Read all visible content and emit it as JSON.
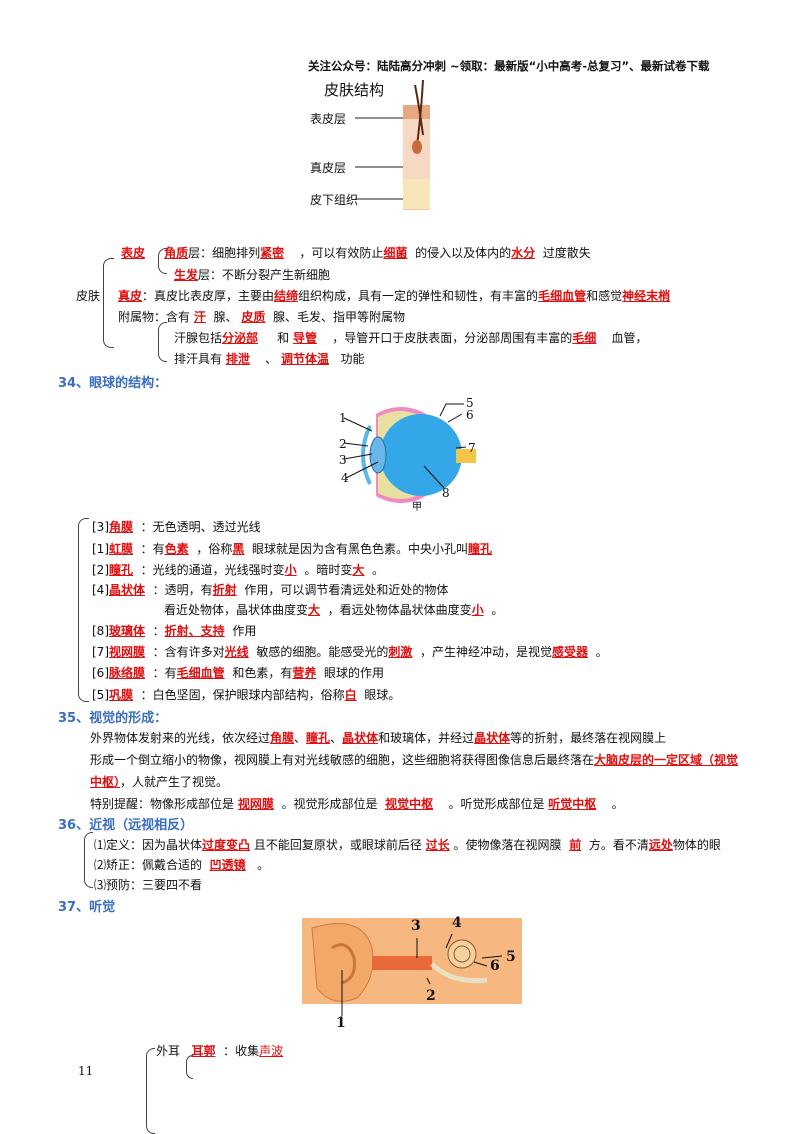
{
  "header": {
    "text": "关注公众号：陆陆高分冲刺  ~领取：最新版“小中高考-总复习”、最新试卷下载"
  },
  "skin_figure": {
    "title": "皮肤结构",
    "labels": [
      "表皮层",
      "真皮层",
      "皮下组织"
    ]
  },
  "skin": {
    "root": "皮肤",
    "l1": {
      "a_label": "表皮",
      "b": "角质",
      "c": "层：细胞排列",
      "d": "紧密",
      "e": "，可以有效防止",
      "f": "细菌",
      "g": "的侵入以及体内的",
      "h": "水分",
      "i": "过度散失"
    },
    "l2": {
      "a": "生发",
      "b": "层：不断分裂产生新细胞"
    },
    "l3": {
      "a": "真皮",
      "b": "：真皮比表皮厚，主要由",
      "c": "结缔",
      "d": "组织构成，具有一定的弹性和韧性，有丰富的",
      "e": "毛细血管",
      "f": "和感觉",
      "g": "神经末梢"
    },
    "l4": {
      "a": "附属物：含有",
      "b": "汗",
      "c": "腺、",
      "d": "皮质",
      "e": "腺、毛发、指甲等附属物"
    },
    "l5": {
      "a": "汗腺包括",
      "b": "分泌部",
      "c": "和",
      "d": "导管",
      "e": "，导管开口于皮肤表面，分泌部周围有丰富的",
      "f": "毛细",
      "g": "血管，"
    },
    "l6": {
      "a": "排汗具有",
      "b": "排泄",
      "c": "、",
      "d": "调节体温",
      "e": "功能"
    }
  },
  "sec34": {
    "title": "34、眼球的结构：",
    "fig_nums": [
      "1",
      "2",
      "3",
      "4",
      "5",
      "6",
      "7",
      "8"
    ],
    "fig_caption": "甲"
  },
  "eye_lines": [
    {
      "pre": "[3]",
      "ans": "角膜",
      "post": "：无色透明、透过光线"
    },
    {
      "pre": "[1]",
      "ans": "虹膜",
      "post": "：有",
      "ans2": "色素",
      "post2": "，俗称",
      "ans3": "黑",
      "post3": "眼球就是因为含有黑色色素。中央小孔叫",
      "ans4": "瞳孔"
    },
    {
      "pre": "[2]",
      "ans": "瞳孔",
      "post": "：光线的通道，光线强时变",
      "ans2": "小",
      "post2": "。暗时变",
      "ans3": "大",
      "post3": "。"
    },
    {
      "pre": "[4]",
      "ans": "晶状体",
      "post": "：透明，有",
      "ans2": "折射",
      "post2": "作用，可以调节看清远处和近处的物体"
    },
    {
      "pre": "",
      "ans": "",
      "post": "看近处物体，晶状体曲度变",
      "ans2": "大",
      "post2": "，看远处物体晶状体曲度变",
      "ans3": "小",
      "post3": "。"
    },
    {
      "pre": "[8]",
      "ans": "玻璃体",
      "post": "：",
      "ans2": "折射、支持",
      "post2": "作用"
    },
    {
      "pre": "[7]",
      "ans": "视网膜",
      "post": "：含有许多对",
      "ans2": "光线",
      "post2": "敏感的细胞。能感受光的",
      "ans3": "刺激",
      "post3": "，产生神经冲动，是视觉",
      "ans4": "感受器",
      "post4": "。"
    },
    {
      "pre": "[6]",
      "ans": "脉络膜",
      "post": "：有",
      "ans2": "毛细血管",
      "post2": "和色素，有",
      "ans3": "营养",
      "post3": "眼球的作用"
    },
    {
      "pre": "[5]",
      "ans": "巩膜",
      "post": "：白色坚固，保护眼球内部结构，俗称",
      "ans2": "白",
      "post2": "眼球。"
    }
  ],
  "sec35": {
    "title": "35、视觉的形成：",
    "p1a": "外界物体发射来的光线，依次经过",
    "p1b": "角膜",
    "p1c": "、",
    "p1d": "瞳孔",
    "p1e": "、",
    "p1f": "晶状体",
    "p1g": "和玻璃体，并经过",
    "p1h": "晶状体",
    "p1i": "等的折射，最终落在视网膜上",
    "p2a": "形成一个倒立缩小的物像，视网膜上有对光线敏感的细胞，这些细胞将获得图像信息后最终落在",
    "p2b": "大脑皮层的一定区域（视觉",
    "p3a": "中枢）",
    "p3b": "，人就产生了视觉。",
    "p4a": "特别提醒：物像形成部位是",
    "p4b": "视网膜",
    "p4c": "。视觉形成部位是",
    "p4d": "视觉中枢",
    "p4e": "。听觉形成部位是",
    "p4f": "听觉中枢",
    "p4g": "。"
  },
  "sec36": {
    "title": "36、近视（远视相反）",
    "l1a": "⑴定义：因为晶状体",
    "l1b": "过度变凸",
    "l1c": "且不能回复原状，或眼球前后径",
    "l1d": "过长",
    "l1e": "。使物像落在视网膜",
    "l1f": "前",
    "l1g": "方。看不清",
    "l1h": "远处",
    "l1i": "物体的眼",
    "l2a": "⑵矫正：佩戴合适的",
    "l2b": "凹透镜",
    "l2c": "。",
    "l3": "⑶预防：三要四不看"
  },
  "sec37": {
    "title": "37、听觉",
    "fig_nums": [
      "1",
      "2",
      "3",
      "4",
      "5",
      "6"
    ]
  },
  "ear": {
    "a": "外耳",
    "b": "耳郭",
    "c": "：收集",
    "d": "声波"
  },
  "page_number": "11"
}
